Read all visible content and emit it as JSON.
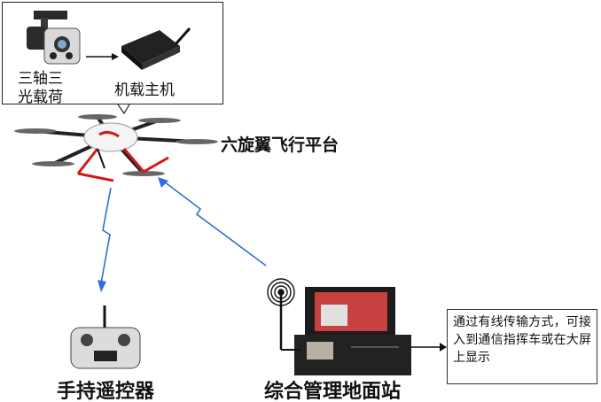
{
  "diagram": {
    "payload_label_line1": "三轴三",
    "payload_label_line2": "光载荷",
    "host_label": "机载主机",
    "platform_label": "六旋翼飞行平台",
    "remote_label": "手持遥控器",
    "ground_station_label": "综合管理地面站",
    "note_text": "通过有线传输方式，可接入到通信指挥车或在大屏上显示"
  },
  "colors": {
    "link": "#2f6fd6",
    "arm_red": "#d01818",
    "body_white": "#f4f4f4",
    "dark": "#1a1a1a"
  },
  "icons": [
    "gimbal-camera-icon",
    "airborne-host-icon",
    "hexacopter-icon",
    "remote-controller-icon",
    "ground-station-icon",
    "radio-antenna-icon",
    "wireless-link-icon"
  ]
}
